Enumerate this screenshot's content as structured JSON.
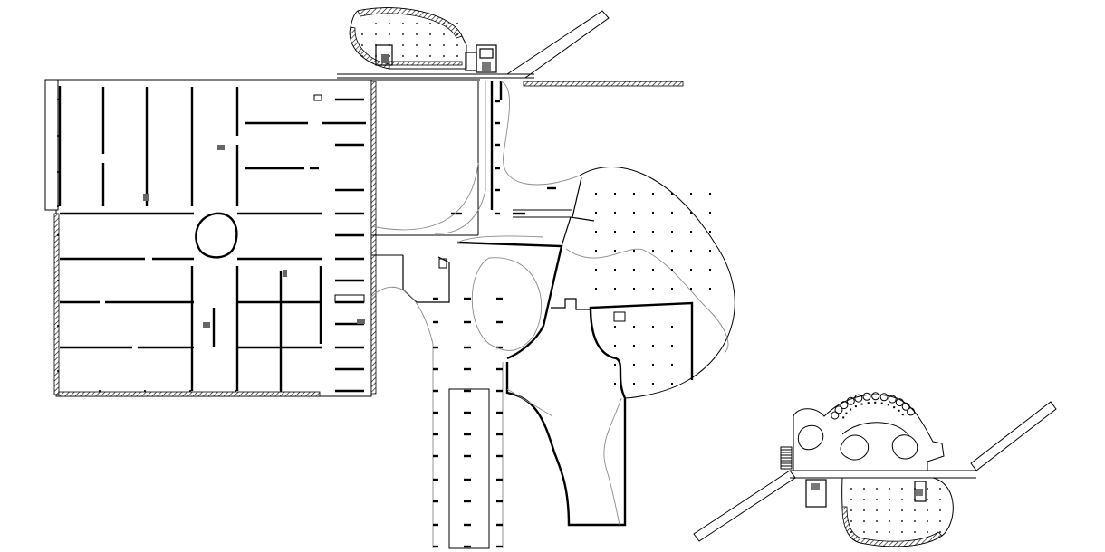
{
  "drawing": {
    "type": "architectural floor plan",
    "background": "#ffffff",
    "line_color": "#000000",
    "secondary_line_color": "#8a8a8a",
    "main_plan": {
      "parking_grid_left": {
        "stall_rows": 8,
        "central_roundabout": true
      },
      "service_block": {
        "stall_rows": 10
      },
      "lower_parking_strip": {
        "stall_rows": 6
      },
      "organic_hall": {
        "column_grid": true
      }
    },
    "top_pavilion": {
      "column_grid": true,
      "stair": true
    },
    "secondary_plan": {
      "scalloped_hall": true,
      "column_grid": true,
      "stair": true,
      "ramps": 2
    }
  }
}
